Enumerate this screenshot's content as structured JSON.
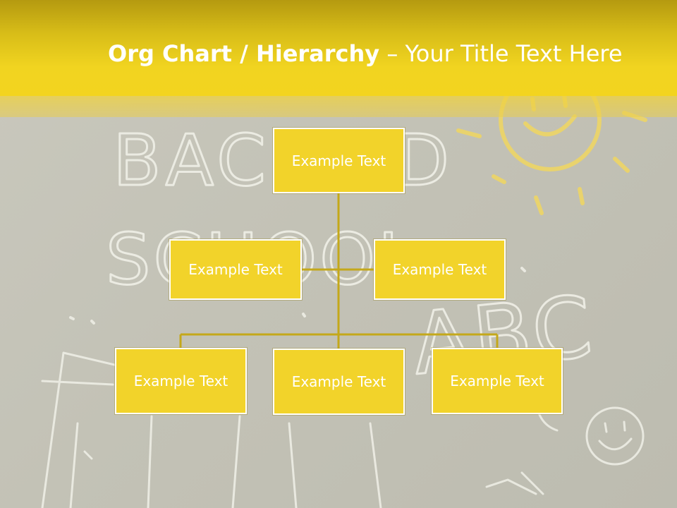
{
  "title": {
    "bold": "Org Chart / Hierarchy",
    "rest": " – Your Title Text Here"
  },
  "background": {
    "chalk_words": [
      "BAC",
      "D",
      "SCHOOL",
      "ABC"
    ]
  },
  "org_chart": {
    "root": "Example Text",
    "assistants": [
      "Example Text",
      "Example Text"
    ],
    "children": [
      "Example Text",
      "Example Text",
      "Example Text"
    ]
  },
  "colors": {
    "header": "#f3d41f",
    "node_fill": "#f2d32a",
    "node_border": "#ffffff",
    "connector": "#c4a81a",
    "chalkboard": "#c5c4b8"
  }
}
